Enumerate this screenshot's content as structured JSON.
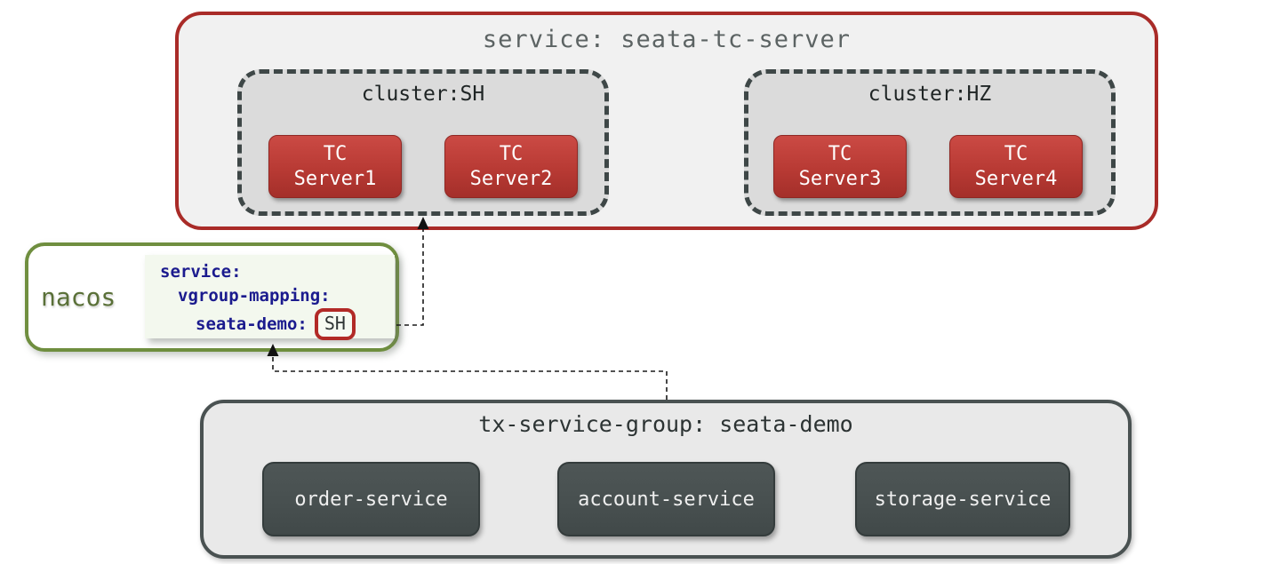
{
  "colors": {
    "tc_box_border_red": "#a92b28",
    "tc_node_red": "#b83a34",
    "nacos_border_green": "#6f8e3f",
    "config_text_navy": "#1b1b8e",
    "service_node_charcoal": "#474f4f",
    "cluster_fill_gray": "#dbdbdb"
  },
  "tc": {
    "title": "service: seata-tc-server",
    "clusters": [
      {
        "label": "cluster:SH",
        "servers": [
          {
            "line1": "TC",
            "line2": "Server1"
          },
          {
            "line1": "TC",
            "line2": "Server2"
          }
        ]
      },
      {
        "label": "cluster:HZ",
        "servers": [
          {
            "line1": "TC",
            "line2": "Server3"
          },
          {
            "line1": "TC",
            "line2": "Server4"
          }
        ]
      }
    ]
  },
  "nacos": {
    "label": "nacos",
    "config": {
      "line1": "service:",
      "line2": "vgroup-mapping:",
      "line3_key": "seata-demo:",
      "line3_value": "SH"
    }
  },
  "tx_group": {
    "title": "tx-service-group: seata-demo",
    "services": [
      {
        "name": "order-service"
      },
      {
        "name": "account-service"
      },
      {
        "name": "storage-service"
      }
    ]
  }
}
